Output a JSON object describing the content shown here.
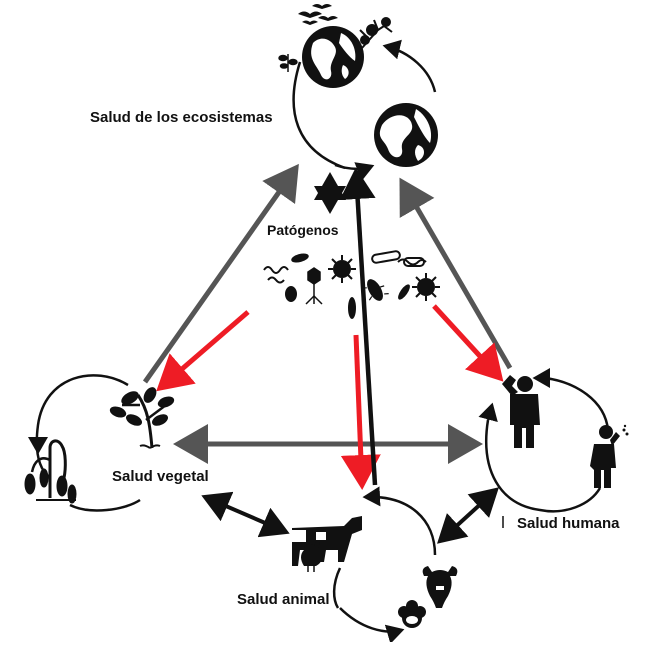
{
  "labels": {
    "ecosystems": "Salud de los ecosistemas",
    "pathogens": "Patógenos",
    "plant": "Salud vegetal",
    "human": "Salud humana",
    "animal": "Salud animal"
  },
  "colors": {
    "black": "#111111",
    "gray": "#555555",
    "red": "#ee1c25"
  },
  "icons": [
    "globe-icon",
    "birds-icon",
    "tree-icon",
    "plant-sprout-icon",
    "wilted-plant-icon",
    "bacteria-icon",
    "virus-icon",
    "bacteriophage-icon",
    "person-headache-icon",
    "person-coughing-icon",
    "cow-icon",
    "chicken-icon",
    "sheep-icon",
    "bull-icon"
  ]
}
